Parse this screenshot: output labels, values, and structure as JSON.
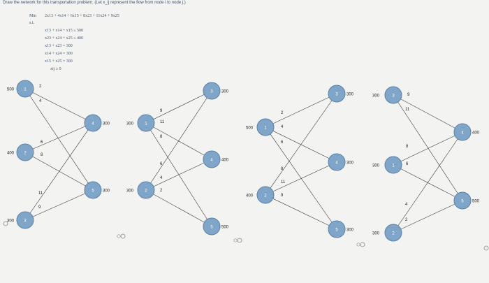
{
  "question": "Draw the network for this transportation problem. (Let x_ij represent the flow from node i to node j.)",
  "lp": {
    "min_label": "Min",
    "objective": "2x13 + 4x14 + 6x15 + 8x23 + 11x24 + 9x25",
    "st_label": "s.t.",
    "constraints": [
      "x13 + x14 + x15 ≤ 500",
      "x23 + x24 + x25 ≤ 400",
      "x13 + x23 = 300",
      "x14 + x24 = 300",
      "x15 + x25 = 300",
      "xij ≥ 0"
    ]
  },
  "colors": {
    "node_fill": "#7fa6c8",
    "node_stroke": "#5a82a8",
    "edge": "#3a3a3a"
  },
  "networks": [
    {
      "sources": [
        {
          "id": "1",
          "supply": "500"
        },
        {
          "id": "2",
          "supply": "400"
        },
        {
          "id": "3",
          "supply": "300"
        }
      ],
      "sinks": [
        {
          "id": "4",
          "demand": "300"
        },
        {
          "id": "5",
          "demand": "300"
        }
      ],
      "edge_labels": [
        "2",
        "4",
        "6",
        "8",
        "11",
        "9"
      ]
    },
    {
      "sources": [
        {
          "id": "1",
          "supply": "300"
        },
        {
          "id": "2",
          "supply": "300"
        }
      ],
      "sinks": [
        {
          "id": "3",
          "demand": "300"
        },
        {
          "id": "4",
          "demand": "400"
        },
        {
          "id": "5",
          "demand": "500"
        }
      ],
      "edge_labels": [
        "9",
        "11",
        "8",
        "6",
        "4",
        "2"
      ]
    },
    {
      "sources": [
        {
          "id": "1",
          "supply": "500"
        },
        {
          "id": "2",
          "supply": "400"
        }
      ],
      "sinks": [
        {
          "id": "3",
          "demand": "300"
        },
        {
          "id": "4",
          "demand": "300"
        },
        {
          "id": "5",
          "demand": "300"
        }
      ],
      "edge_labels": [
        "2",
        "4",
        "6",
        "8",
        "11",
        "9"
      ]
    },
    {
      "sources": [
        {
          "id": "3",
          "supply": "300"
        },
        {
          "id": "1",
          "supply": "300"
        },
        {
          "id": "2",
          "supply": "300"
        },
        {
          "id": "3",
          "supply": "300"
        }
      ],
      "sinks": [
        {
          "id": "4",
          "demand": "400"
        },
        {
          "id": "5",
          "demand": "500"
        }
      ],
      "edge_labels": [
        "9",
        "11",
        "8",
        "6",
        "4",
        "2"
      ]
    }
  ]
}
